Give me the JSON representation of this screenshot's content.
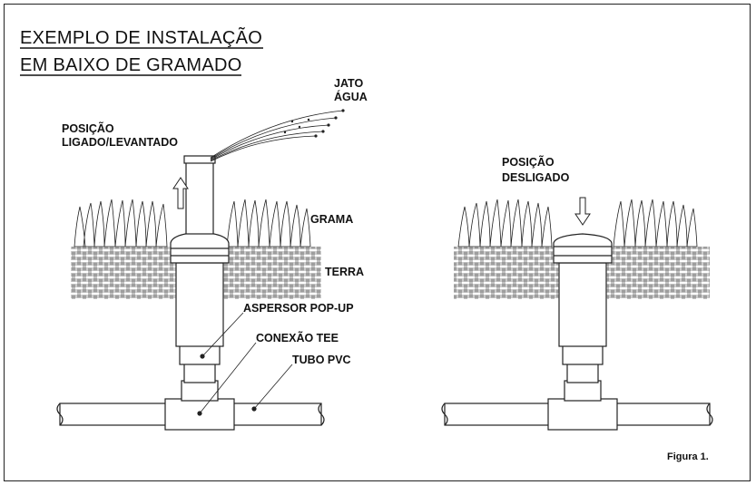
{
  "title": {
    "line1": "EXEMPLO DE INSTALAÇÃO",
    "line2": "EM BAIXO DE GRAMADO"
  },
  "left_diagram": {
    "position_line1": "POSIÇÃO",
    "position_line2": "LIGADO/LEVANTADO",
    "jet_line1": "JATO",
    "jet_line2": "ÁGUA",
    "grass": "GRAMA",
    "soil": "TERRA",
    "sprinkler": "ASPERSOR POP-UP",
    "tee": "CONEXÃO TEE",
    "pipe": "TUBO PVC"
  },
  "right_diagram": {
    "position_line1": "POSIÇÃO",
    "position_line2": "DESLIGADO"
  },
  "caption": "Figura 1."
}
